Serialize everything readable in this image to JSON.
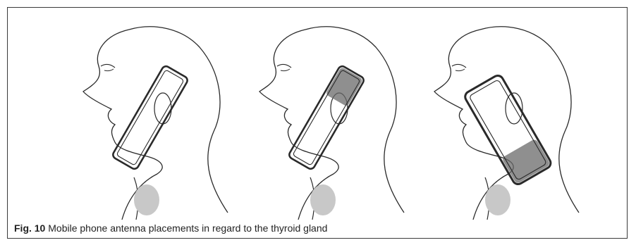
{
  "figure": {
    "caption_label": "Fig. 10",
    "caption_text": "Mobile phone antenna placements in regard to the thyroid gland",
    "panels": [
      {
        "id": "panel-1",
        "antenna_position": "none"
      },
      {
        "id": "panel-2",
        "antenna_position": "top"
      },
      {
        "id": "panel-3",
        "antenna_position": "bottom"
      }
    ]
  },
  "colors": {
    "line": "#2a2a2a",
    "thyroid": "#c8c8c8",
    "antenna": "#6a6a6a",
    "frame": "#3a3a3a"
  }
}
